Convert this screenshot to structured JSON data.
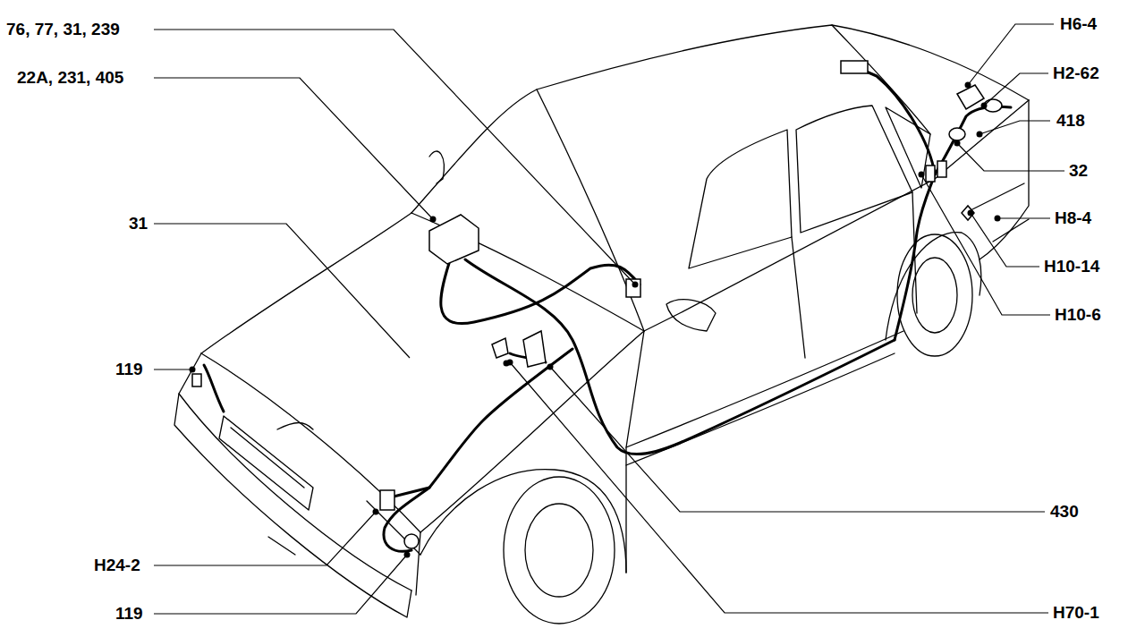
{
  "diagram": {
    "labels": [
      "76, 77, 31, 239",
      "22A, 231, 405",
      "31",
      "119",
      "H24-2",
      "119",
      "H6-4",
      "H2-62",
      "418",
      "32",
      "H8-4",
      "H10-14",
      "H10-6",
      "430",
      "H70-1"
    ]
  }
}
